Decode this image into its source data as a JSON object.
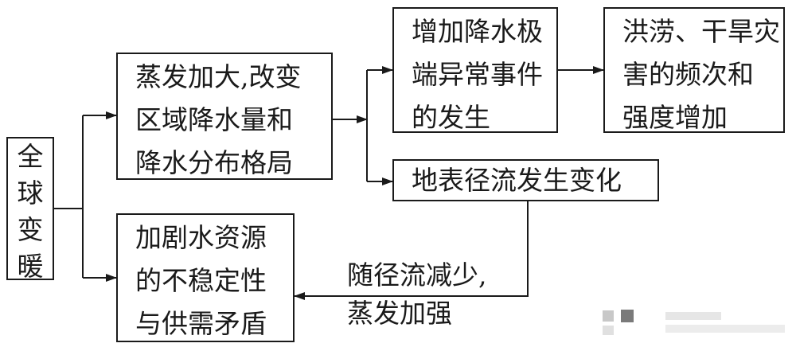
{
  "diagram": {
    "nodes": {
      "root": "全\n球\n变\n暖",
      "evaporation": "蒸发加大,改变\n区域降水量和\n降水分布格局",
      "extreme_precip": "增加降水极\n端异常事件\n的发生",
      "floods": "洪涝、干旱灾\n害的频次和\n强度增加",
      "runoff": "地表径流发生变化",
      "water_resources": "加剧水资源\n的不稳定性\n与供需矛盾"
    },
    "edge_labels": {
      "runoff_to_water": "随径流减少,\n蒸发加强"
    },
    "edges": [
      {
        "from": "root",
        "to": "evaporation"
      },
      {
        "from": "root",
        "to": "water_resources"
      },
      {
        "from": "evaporation",
        "to": "extreme_precip"
      },
      {
        "from": "evaporation",
        "to": "runoff"
      },
      {
        "from": "extreme_precip",
        "to": "floods"
      },
      {
        "from": "runoff",
        "to": "water_resources",
        "label": "随径流减少,\n蒸发加强"
      }
    ]
  }
}
